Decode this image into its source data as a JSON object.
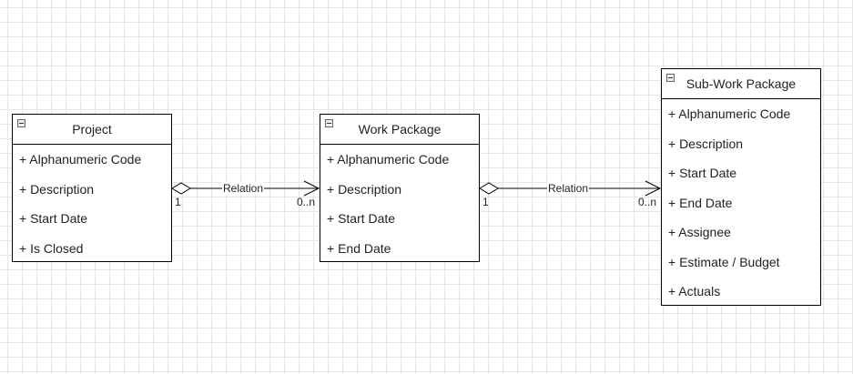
{
  "classes": {
    "project": {
      "title": "Project",
      "attributes": [
        "+ Alphanumeric Code",
        "+ Description",
        "+ Start Date",
        "+ Is Closed"
      ]
    },
    "work_package": {
      "title": "Work Package",
      "attributes": [
        "+ Alphanumeric Code",
        "+ Description",
        "+ Start Date",
        "+ End Date"
      ]
    },
    "sub_work_package": {
      "title": "Sub-Work Package",
      "attributes": [
        "+ Alphanumeric Code",
        "+ Description",
        "+ Start Date",
        "+ End Date",
        "+ Assignee",
        "+ Estimate / Budget",
        "+ Actuals"
      ]
    }
  },
  "relations": [
    {
      "label": "Relation",
      "source_multiplicity": "1",
      "target_multiplicity": "0..n",
      "type": "aggregation"
    },
    {
      "label": "Relation",
      "source_multiplicity": "1",
      "target_multiplicity": "0..n",
      "type": "aggregation"
    }
  ]
}
